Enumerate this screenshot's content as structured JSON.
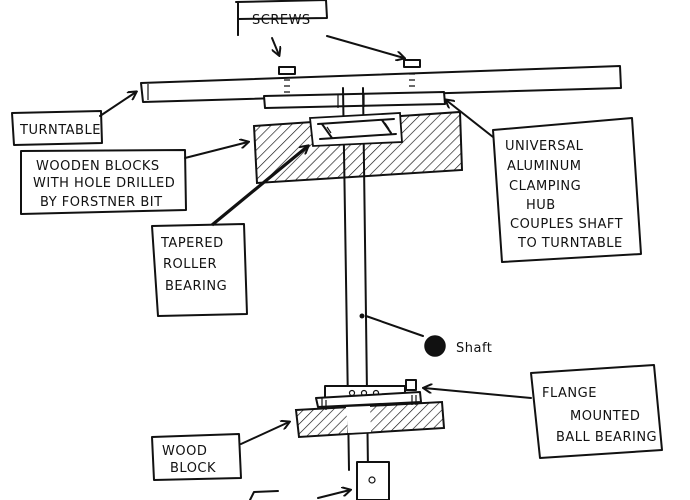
{
  "labels": {
    "screws": "SCREWS",
    "turntable": "TURNTABLE",
    "wooden_blocks": [
      "WOODEN BLOCKS",
      "WITH HOLE DRILLED",
      "BY FORSTNER BIT"
    ],
    "tapered_bearing": [
      "TAPERED",
      "ROLLER",
      "BEARING"
    ],
    "clamping_hub": [
      "UNIVERSAL",
      "ALUMINUM",
      "CLAMPING",
      "HUB",
      "COUPLES SHAFT",
      "TO TURNTABLE"
    ],
    "shaft": "Shaft",
    "flange_bearing": [
      "FLANGE",
      "MOUNTED",
      "BALL BEARING"
    ],
    "wood_block": [
      "WOOD",
      "BLOCK"
    ]
  }
}
